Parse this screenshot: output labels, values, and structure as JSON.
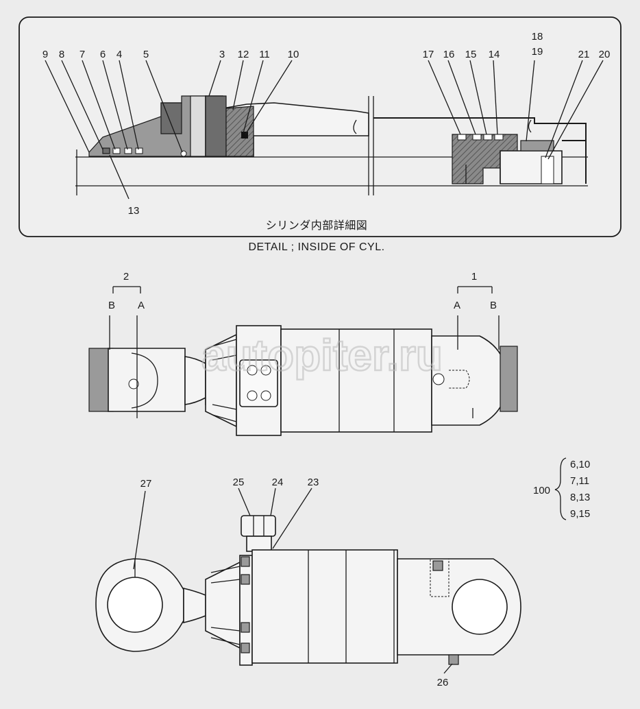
{
  "detail": {
    "caption_jp": "シリンダ内部詳細図",
    "caption_en": "DETAIL ; INSIDE OF CYL.",
    "top_labels": [
      "9",
      "8",
      "7",
      "6",
      "4",
      "5",
      "3",
      "12",
      "11",
      "10",
      "17",
      "16",
      "15",
      "14",
      "18",
      "19",
      "21",
      "20"
    ],
    "bottom_label": "13"
  },
  "middle_view": {
    "left_group": "2",
    "left_a": "A",
    "left_b": "B",
    "right_group": "1",
    "right_a": "A",
    "right_b": "B"
  },
  "bottom_view": {
    "labels": [
      "27",
      "25",
      "24",
      "23",
      "26"
    ]
  },
  "kit": {
    "number": "100",
    "items": [
      "6,10",
      "7,11",
      "8,13",
      "9,15"
    ]
  },
  "watermark": "autopiter.ru"
}
